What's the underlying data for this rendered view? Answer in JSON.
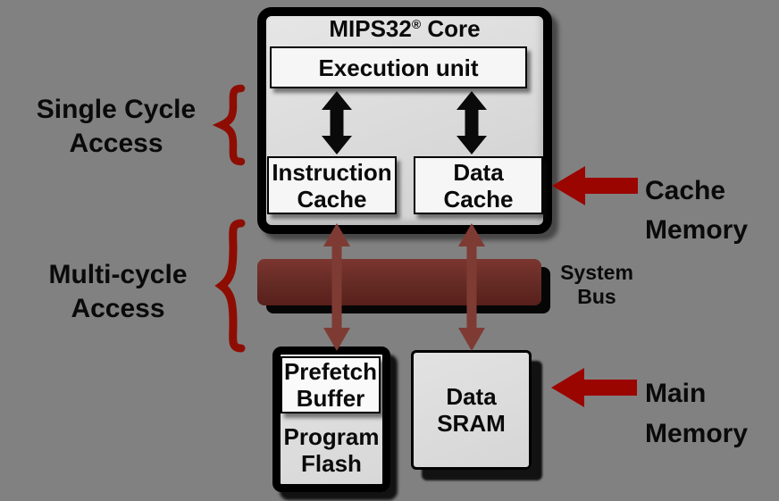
{
  "colors": {
    "background": "#818181",
    "box_fill": "#dcdcdc",
    "white_box_fill": "#f6f6f6",
    "bus_fill": "#642a24",
    "black_arrow": "#0a0a0a",
    "vertical_arrow_red": "#7e3b34",
    "horizontal_arrow_red": "#9b0500",
    "brace_red": "#8e0d03",
    "text": "#0a0a0a"
  },
  "core": {
    "title_name": "MIPS32",
    "title_reg": "®",
    "title_suffix": " Core",
    "execution_unit": "Execution unit",
    "instruction_cache": [
      "Instruction",
      "Cache"
    ],
    "data_cache": [
      "Data",
      "Cache"
    ]
  },
  "bus": {
    "label": [
      "System",
      "Bus"
    ]
  },
  "memory": {
    "prefetch_buffer": [
      "Prefetch",
      "Buffer"
    ],
    "program_flash": [
      "Program",
      "Flash"
    ],
    "data_sram": [
      "Data",
      "SRAM"
    ]
  },
  "annotations": {
    "single_cycle": [
      "Single Cycle",
      "Access"
    ],
    "multi_cycle": [
      "Multi-cycle",
      "Access"
    ],
    "cache_memory": [
      "Cache",
      "Memory"
    ],
    "main_memory": [
      "Main",
      "Memory"
    ]
  }
}
